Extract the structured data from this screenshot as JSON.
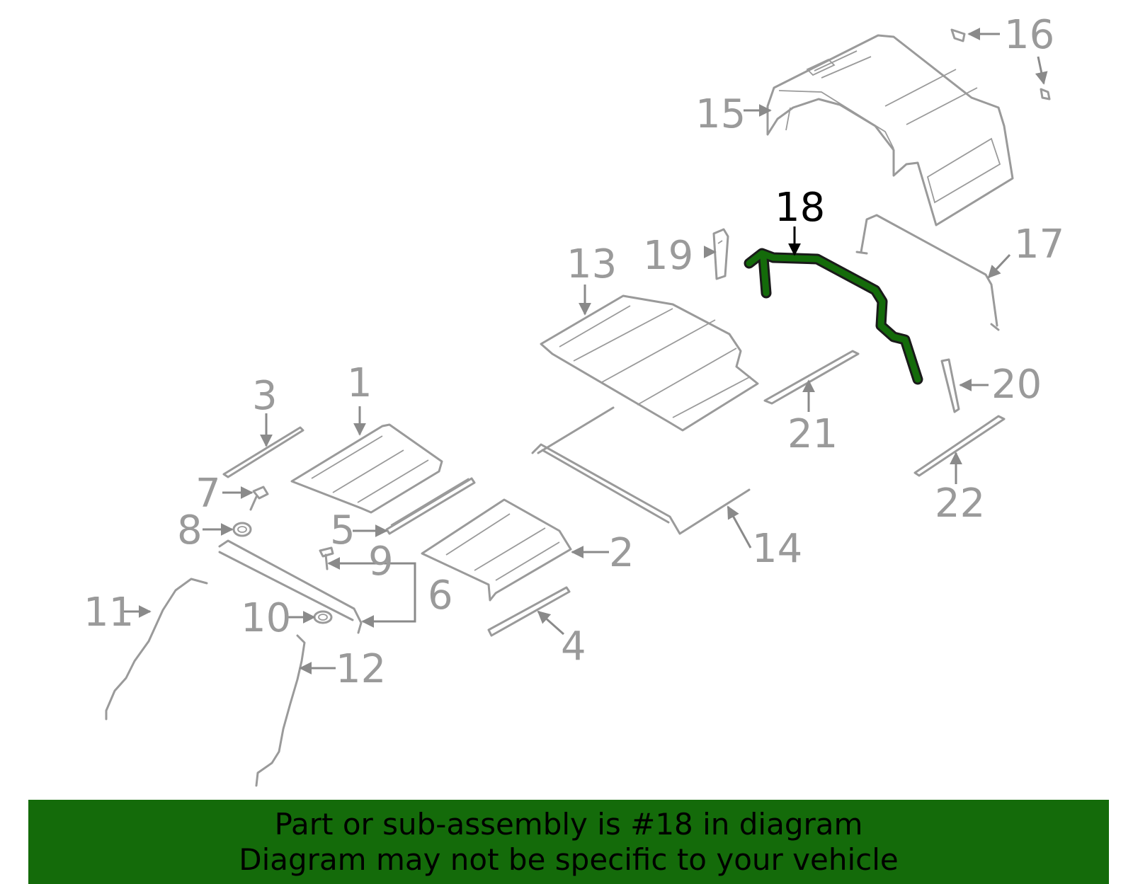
{
  "diagram": {
    "highlighted_part": "18",
    "highlight_color": "#146b0a",
    "callouts": [
      "1",
      "2",
      "3",
      "4",
      "5",
      "6",
      "7",
      "8",
      "9",
      "10",
      "11",
      "12",
      "13",
      "14",
      "15",
      "16",
      "17",
      "18",
      "19",
      "20",
      "21",
      "22"
    ]
  },
  "banner": {
    "line1": "Part or sub-assembly is #18 in diagram",
    "line2": "Diagram may not be specific to your vehicle",
    "background": "#146b0a"
  }
}
